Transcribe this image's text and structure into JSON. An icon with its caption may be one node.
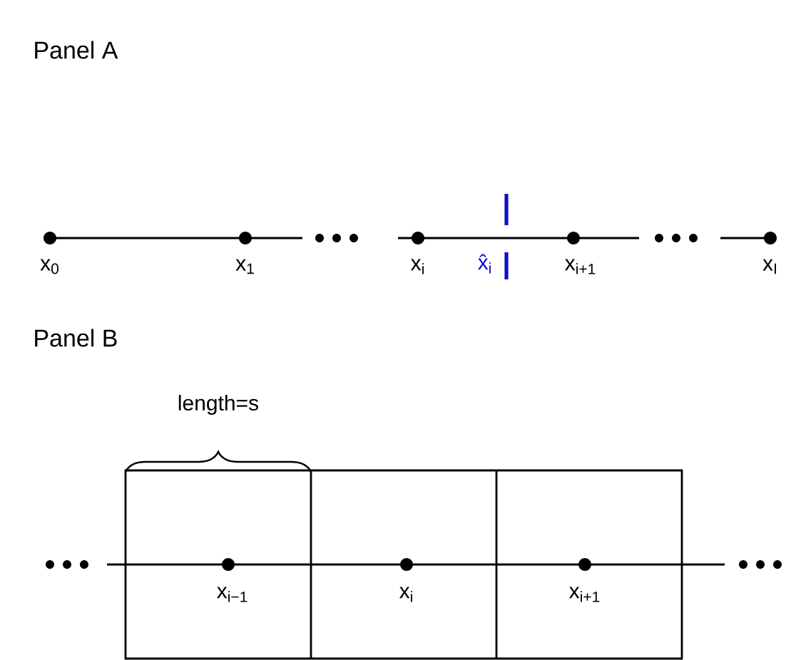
{
  "diagram": {
    "labels": [
      "Panel A",
      "x$_{0}$",
      "x$_{1}$",
      "x$_{i}$",
      "x̂$_{i}$",
      "x$_{i+1}$",
      "x$_{I}$",
      "Panel B",
      "length=s",
      "x$_{i−1}$",
      "x$_{i}$",
      "x$_{i+1}$"
    ]
  }
}
